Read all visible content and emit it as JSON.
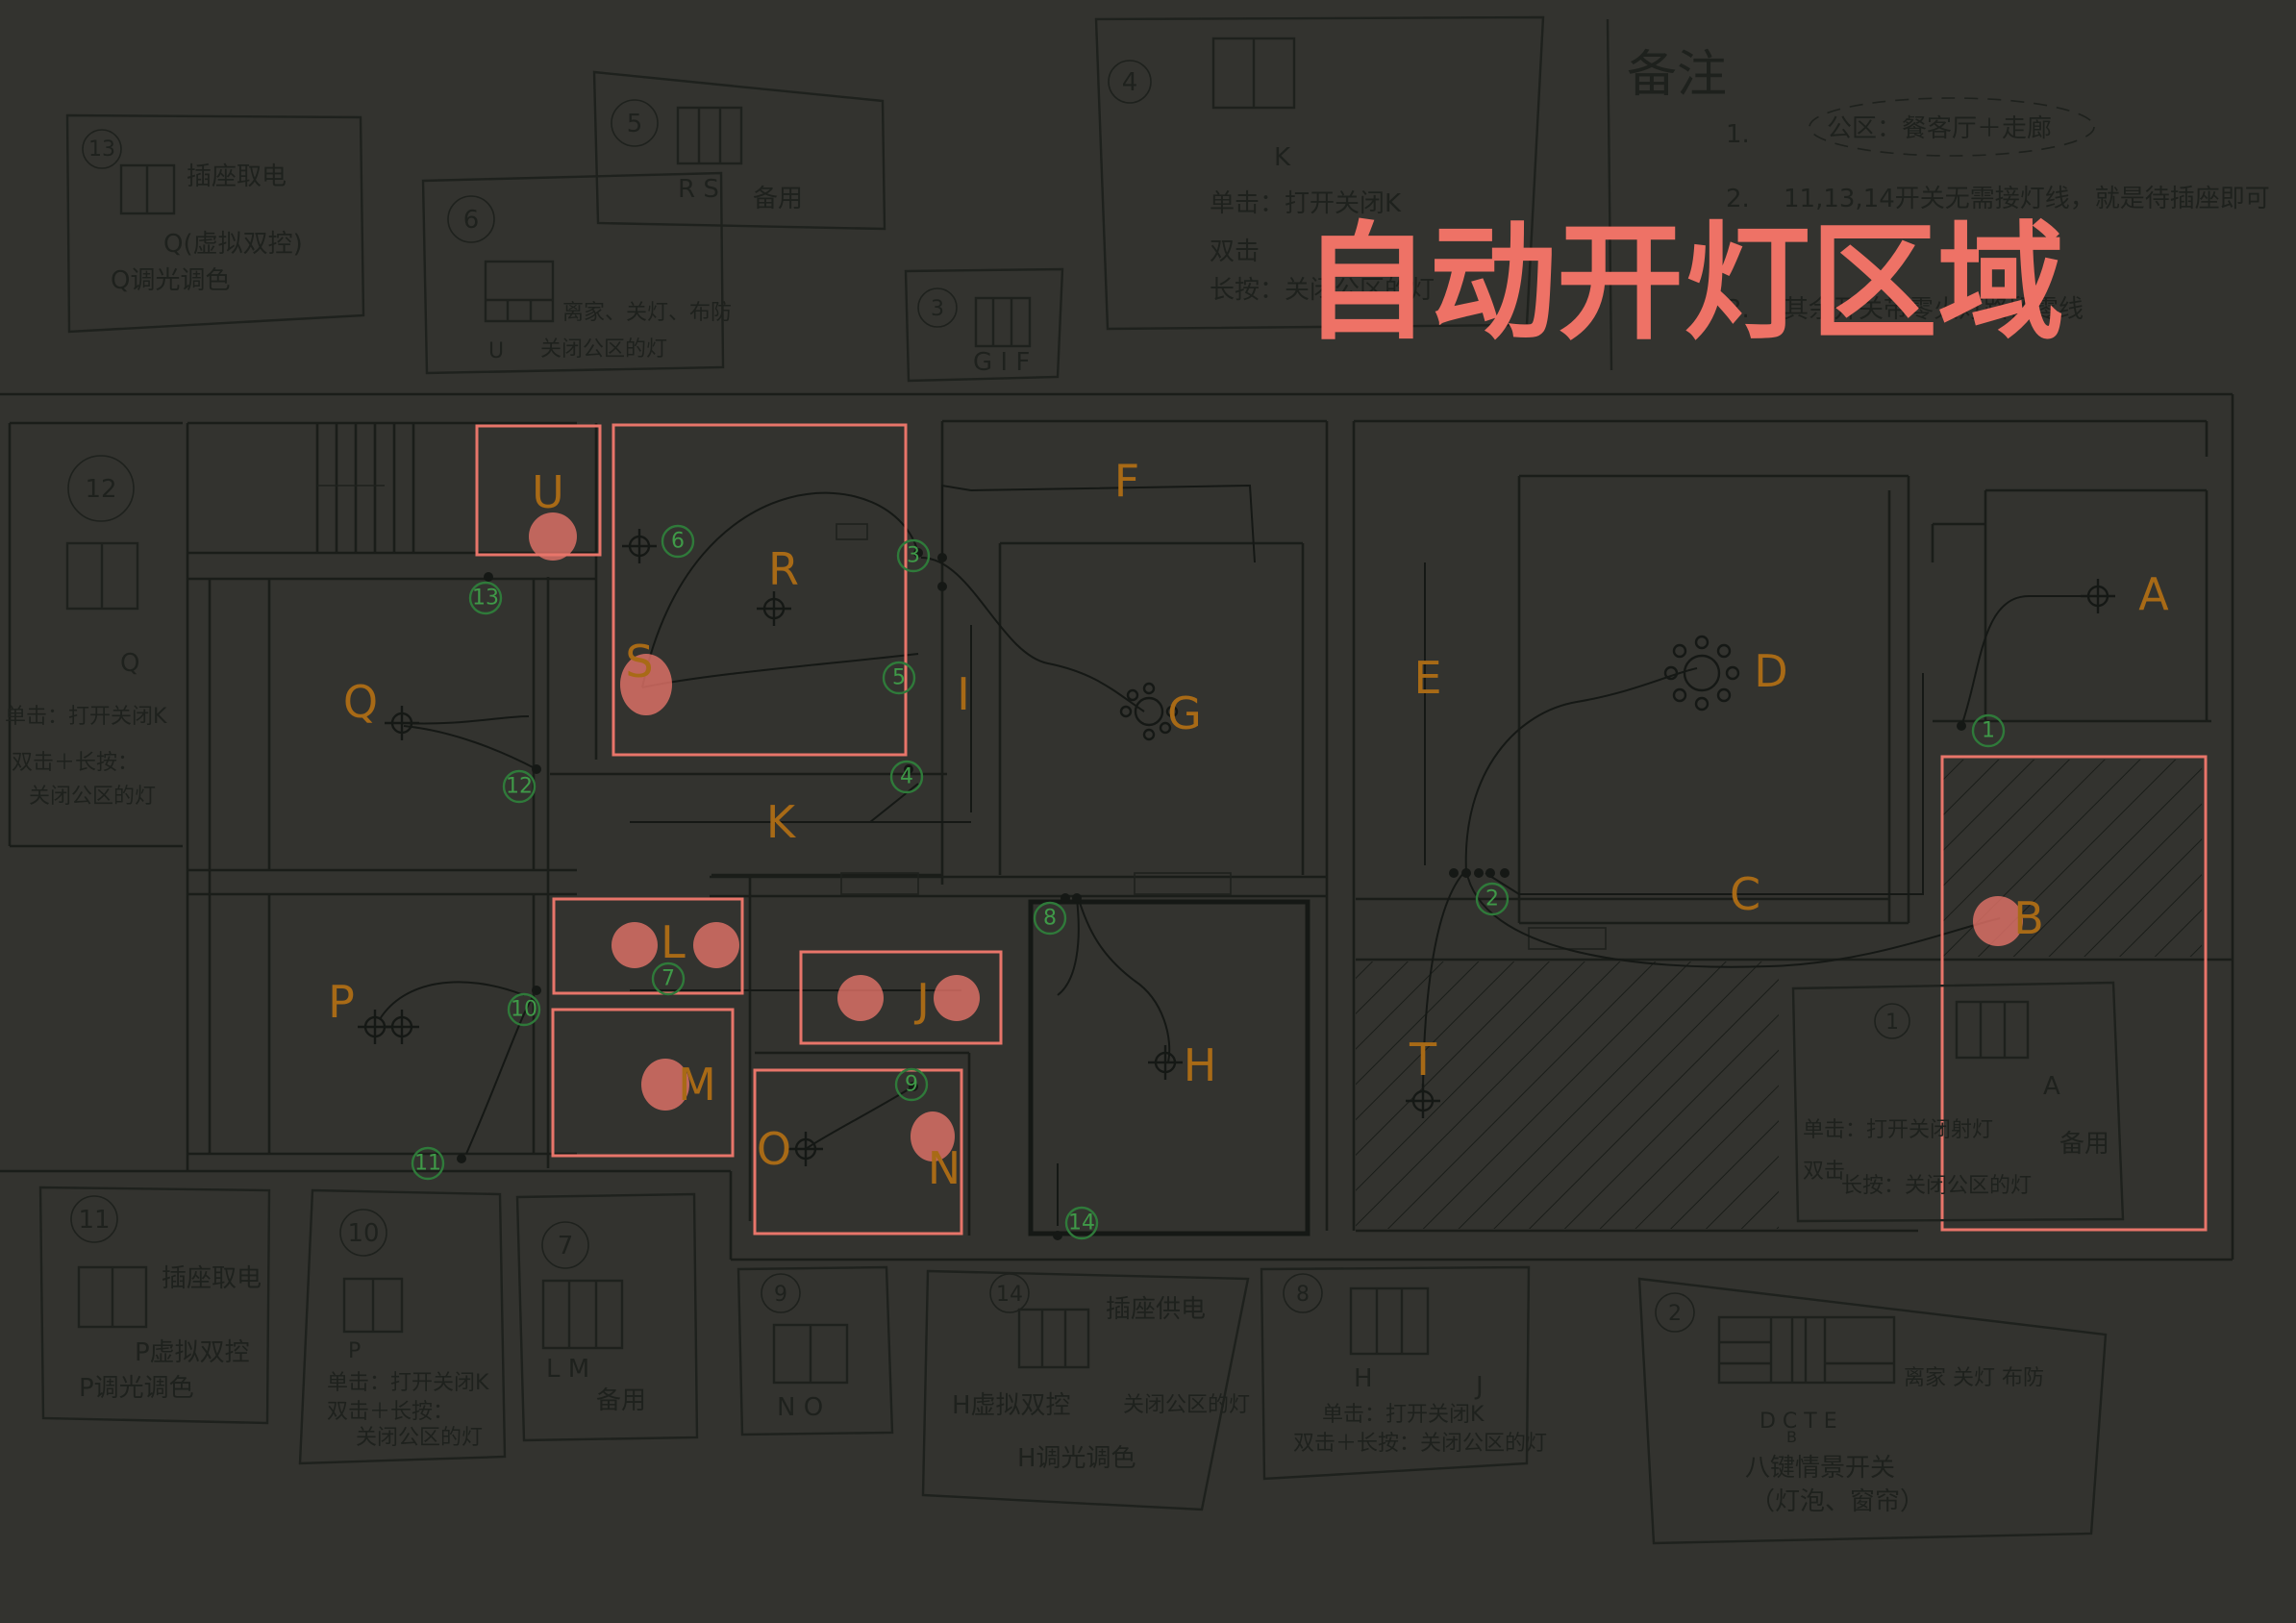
{
  "title": "自动开灯区域",
  "colors": {
    "background": "#33332f",
    "ink": "#1e211d",
    "zone": "#e8756a",
    "switch_number": "#3f9a48",
    "light_label": "#a86a16"
  },
  "notes": {
    "heading": "备注",
    "lines": [
      {
        "num": "1.",
        "text": "公区：餐客厅＋走廊"
      },
      {
        "num": "2.",
        "text": "11,13,14开关无需接灯线，就是待插座即可"
      },
      {
        "num": "3.",
        "text": "其余开关带零火灯路留零线"
      }
    ]
  },
  "rooms": {
    "labels": [
      "A",
      "B",
      "C",
      "D",
      "E",
      "F",
      "G",
      "H",
      "I",
      "J",
      "K",
      "L",
      "M",
      "N",
      "O",
      "P",
      "Q",
      "R",
      "S",
      "T",
      "U"
    ],
    "switch_points": [
      "1",
      "2",
      "3",
      "4",
      "5",
      "6",
      "7",
      "8",
      "9",
      "10",
      "11",
      "12",
      "13",
      "14"
    ]
  },
  "panels": {
    "p13": {
      "num": "13",
      "line1": "插座取电",
      "line2": "Q(虚拟双控)",
      "line3": "Q调光调色"
    },
    "p5": {
      "num": "5",
      "keys": "R S",
      "spare": "备用"
    },
    "p6": {
      "num": "6",
      "text": "离家、关灯、布防",
      "key": "U",
      "text2": "关闭公区的灯"
    },
    "p3": {
      "num": "3",
      "keys": "G I F"
    },
    "p4": {
      "num": "4",
      "key": "K",
      "line1": "单击：打开关闭K",
      "line2": "双击",
      "line3": "长按：关闭公区的灯"
    },
    "p12": {
      "num": "12",
      "key": "Q",
      "line1": "单击：打开关闭K",
      "line2": "双击＋长按：",
      "line3": "关闭公区的灯"
    },
    "p11": {
      "num": "11",
      "line1": "插座取电",
      "line2": "P虚拟双控",
      "line3": "P调光调色"
    },
    "p10": {
      "num": "10",
      "key": "P",
      "line1": "单击：打开关闭K",
      "line2": "双击＋长按：",
      "line3": "关闭公区的灯"
    },
    "p7": {
      "num": "7",
      "keys": "L M",
      "spare": "备用"
    },
    "p9": {
      "num": "9",
      "keys": "N O"
    },
    "p14": {
      "num": "14",
      "line1": "插座供电",
      "line2": "H虚拟双控",
      "line3": "关闭公区的灯",
      "line4": "H调光调色"
    },
    "p8": {
      "num": "8",
      "keys": "H",
      "key2": "J",
      "line1": "单击：打开关闭K",
      "line2": "双击＋长按：关闭公区的灯"
    },
    "p2": {
      "num": "2",
      "text": "离家 关灯 布防",
      "keys": "D C T E",
      "key_b": "B",
      "line1": "八键情景开关",
      "line2": "（灯泡、窗帘）"
    },
    "p1": {
      "num": "1",
      "key": "A",
      "spare": "备用",
      "line1": "单击：打开关闭射灯",
      "line2": "双击",
      "line3": "长按：关闭公区的灯"
    }
  }
}
